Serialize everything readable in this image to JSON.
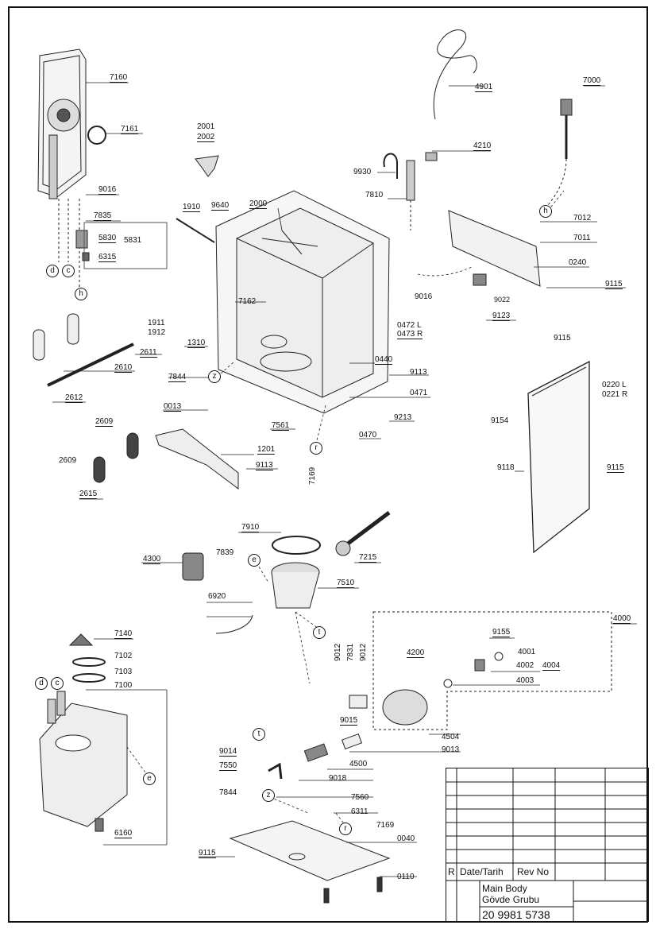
{
  "labels": {
    "l7160": "7160",
    "l7161": "7161",
    "l9016a": "9016",
    "l7835": "7835",
    "l5830": "5830",
    "l5831": "5831",
    "l6315": "6315",
    "l2001": "2001",
    "l2002": "2002",
    "l4901": "4901",
    "l7000": "7000",
    "l4210": "4210",
    "l9930": "9930",
    "l7810": "7810",
    "l1910": "1910",
    "l9640": "9640",
    "l2000": "2000",
    "l7012": "7012",
    "l7011": "7011",
    "l0240": "0240",
    "l9016b": "9016",
    "l9022": "9022",
    "l9115a": "9115",
    "l9123": "9123",
    "l7162": "7162",
    "l1911": "1911",
    "l1912": "1912",
    "l1310": "1310",
    "l2611": "2611",
    "l2610": "2610",
    "l2612": "2612",
    "l0472": "0472 L",
    "l0473": "0473 R",
    "l0440": "0440",
    "l9113a": "9113",
    "l7844a": "7844",
    "l0013": "0013",
    "l0471": "0471",
    "l9213": "9213",
    "l7561": "7561",
    "l0470": "0470",
    "l9115b": "9115",
    "l0220": "0220 L",
    "l0221": "0221 R",
    "l9154": "9154",
    "l2609a": "2609",
    "l1201": "1201",
    "l2609b": "2609",
    "l9113b": "9113",
    "l2615": "2615",
    "l7169a": "7169",
    "l9118": "9118",
    "l9115c": "9115",
    "l7910": "7910",
    "l4300": "4300",
    "l7839": "7839",
    "l7215": "7215",
    "l7510": "7510",
    "l6920": "6920",
    "l4000": "4000",
    "l7140": "7140",
    "l9155": "9155",
    "l4001": "4001",
    "l9012a": "9012",
    "l7831": "7831",
    "l9012b": "9012",
    "l4200": "4200",
    "l4002": "4002",
    "l4004": "4004",
    "l7102": "7102",
    "l4003": "4003",
    "l7103": "7103",
    "l7100": "7100",
    "l9015": "9015",
    "l4504": "4504",
    "l9014": "9014",
    "l9013": "9013",
    "l7550": "7550",
    "l4500": "4500",
    "l9018": "9018",
    "l7844b": "7844",
    "l7560": "7560",
    "l6311": "6311",
    "l7169b": "7169",
    "l0040": "0040",
    "l6160": "6160",
    "l9115d": "9115",
    "l0110": "0110"
  },
  "callouts": {
    "d1": "d",
    "c1": "c",
    "h1": "h",
    "h2": "h",
    "z1": "z",
    "r1": "r",
    "e1": "e",
    "t1": "t",
    "t2": "t",
    "d2": "d",
    "c2": "c",
    "e2": "e",
    "z2": "z",
    "r2": "r"
  },
  "title_block": {
    "rev_letter": "R",
    "date_header": "Date/Tarih",
    "rev_header": "Rev No",
    "name_en": "Main Body",
    "name_tr": "Gövde Grubu",
    "doc_number": "20 9981 5738"
  }
}
